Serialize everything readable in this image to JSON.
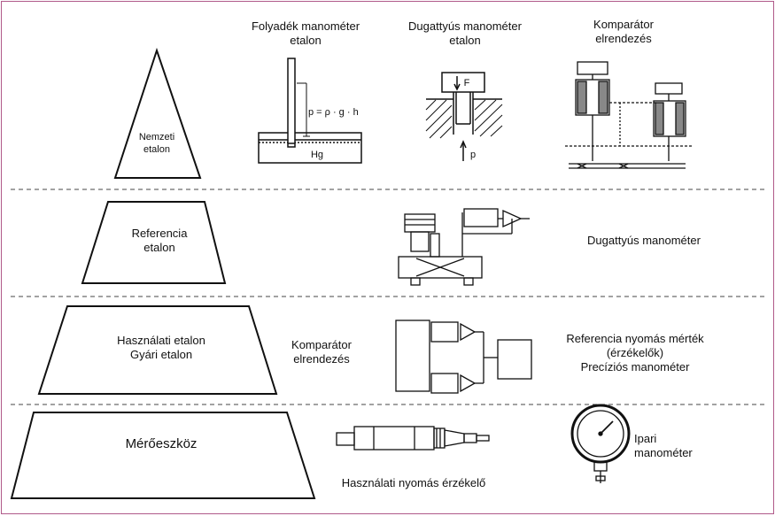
{
  "pyramid": {
    "level1": "Nemzeti\netalon",
    "level2": "Referencia\netalon",
    "level3": "Használati etalon\nGyári etalon",
    "level4": "Mérőeszköz"
  },
  "row1": {
    "liquid_title": "Folyadék manométer\netalon",
    "formula": "p = ρ · g · h",
    "hg_label": "Hg",
    "piston_title": "Dugattyús manométer\netalon",
    "force_label": "F",
    "pressure_label": "p",
    "comparator_title": "Komparátor\nelrendezés"
  },
  "row2": {
    "right_label": "Dugattyús manométer"
  },
  "row3": {
    "left_label": "Komparátor\nelrendezés",
    "right_label": "Referencia nyomás mérték\n(érzékelők)\nPrecíziós manométer"
  },
  "row4": {
    "sensor_label": "Használati nyomás érzékelő",
    "gauge_label": "Ipari\nmanométer"
  }
}
